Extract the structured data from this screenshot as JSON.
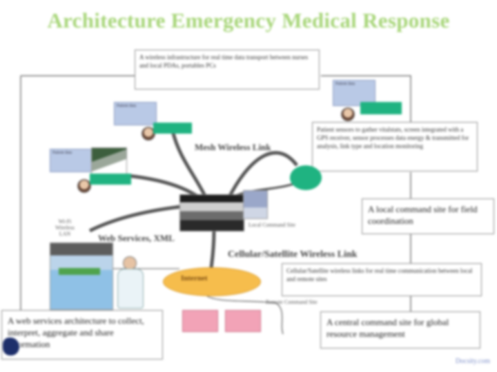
{
  "slide": {
    "title": "Architecture Emergency Medical Response",
    "footer": "Docsity.com"
  },
  "callouts": {
    "top_note": "A wireless infrastructure for real time data transport between nurses and local PDAs, portables PCs",
    "right_note": "Patient sensors to gather vitalstats, screen integrated with a GPS receiver, sensor processes data energy & transmitted for analysis, link type and location monitoring",
    "local_command": "A local command site for field coordination",
    "cellular_note": "Cellular/Satellite wireless links for real time communication between local and remote sites",
    "central_command": "A central command site for global resource management",
    "web_services": "A web services architecture to collect, interpret, aggregate and share information"
  },
  "labels": {
    "mesh_link": "Mesh Wireless Link",
    "web_services_link": "Web Services, XML",
    "cellular_link": "Cellular/Satellite Wireless Link",
    "local_command_site": "Local Command Site",
    "remote_command_site": "Remote Command Site",
    "internet": "Internet",
    "wireless_lan": "Wi-Fi Wireless LAN"
  },
  "colors": {
    "title": "#a8d67a",
    "tag": "#1fb381",
    "card": "#b9c9e6",
    "internet_cloud": "#f6bd4c",
    "pink_server": "#f2a3b7",
    "green_sensor": "#1fb381"
  }
}
